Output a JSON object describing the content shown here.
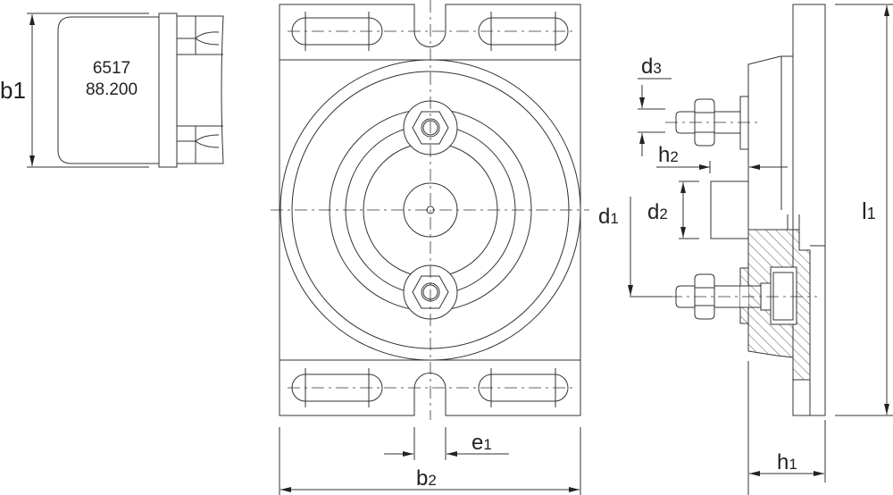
{
  "drawing": {
    "part_number": "6517",
    "part_size": "88.200",
    "dimensions": {
      "b1": {
        "main": "b",
        "sub": "1"
      },
      "b2": {
        "main": "b",
        "sub": "2"
      },
      "e1": {
        "main": "e",
        "sub": "1"
      },
      "d1": {
        "main": "d",
        "sub": "1"
      },
      "d2": {
        "main": "d",
        "sub": "2"
      },
      "d3": {
        "main": "d",
        "sub": "3"
      },
      "h1": {
        "main": "h",
        "sub": "1"
      },
      "h2": {
        "main": "h",
        "sub": "2"
      },
      "l1": {
        "main": "l",
        "sub": "1"
      }
    },
    "line_color": "#333333"
  }
}
